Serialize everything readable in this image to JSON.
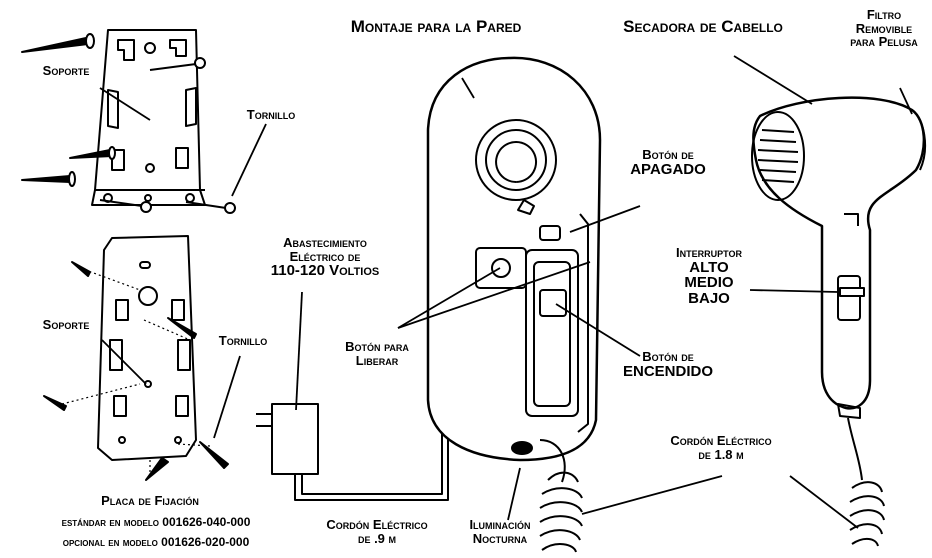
{
  "labels": {
    "wall_mount": "Montaje para la Pared",
    "hair_dryer": "Secadora de Cabello",
    "filter": [
      "Filtro",
      "Removible",
      "para Pelusa"
    ],
    "bracket_top": "Soporte",
    "screw_top": "Tornillo",
    "bracket_bottom": "Soporte",
    "screw_bottom": "Tornillo",
    "off_button": [
      "Botón de",
      "APAGADO"
    ],
    "power_supply": [
      "Abastecimiento",
      "Eléctrico de",
      "110-120 Voltios"
    ],
    "switch": [
      "Interruptor",
      "ALTO",
      "MEDIO",
      "BAJO"
    ],
    "release_button": [
      "Botón para",
      "Liberar"
    ],
    "on_button": [
      "Botón de",
      "ENCENDIDO"
    ],
    "cord_dryer": [
      "Cordón Eléctrico",
      "de 1.8 m"
    ],
    "mounting_plate": "Placa de Fijación",
    "model_standard": "estándar en modelo 001626-040-000",
    "model_optional": "opcional en modelo 001626-020-000",
    "cord_mount": [
      "Cordón Eléctrico",
      "de .9 m"
    ],
    "night_light": [
      "Iluminación",
      "Nocturna"
    ]
  }
}
